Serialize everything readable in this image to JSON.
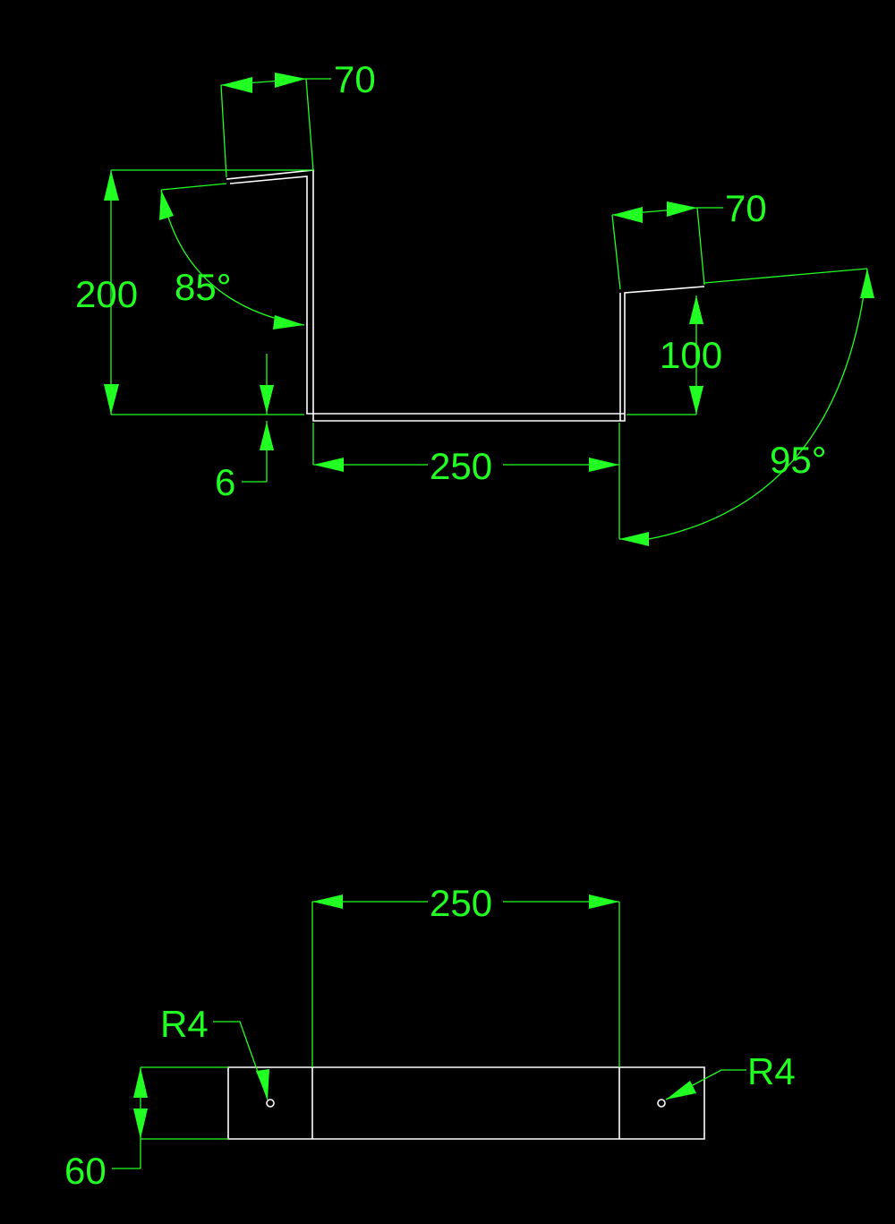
{
  "colors": {
    "background": "#000000",
    "geometry": "#ffffff",
    "dimension": "#22ff22"
  },
  "side_view": {
    "left_flange_width": "70",
    "right_flange_width": "70",
    "left_height": "200",
    "left_bend_angle": "85°",
    "right_height": "100",
    "thickness": "6",
    "base_length": "250",
    "right_bend_angle": "95°"
  },
  "top_view": {
    "hole_spacing_length": "250",
    "left_hole_radius": "R4",
    "right_hole_radius": "R4",
    "width": "60"
  }
}
